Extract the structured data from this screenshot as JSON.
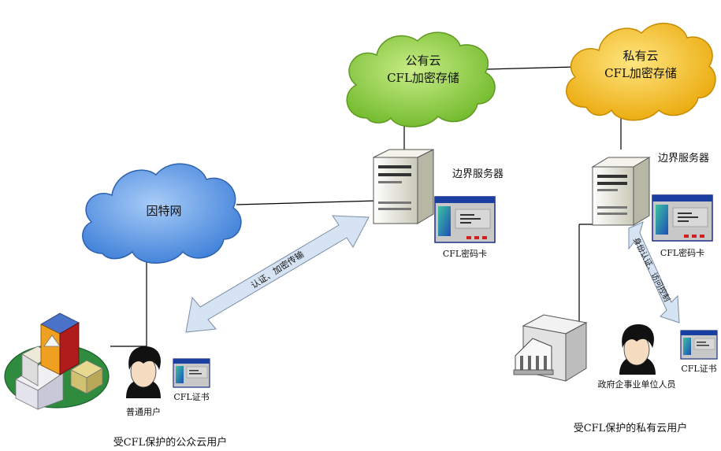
{
  "public_cloud": {
    "line1": "公有云",
    "line2": "CFL加密存储"
  },
  "private_cloud": {
    "line1": "私有云",
    "line2": "CFL加密存储"
  },
  "internet": {
    "label": "因特网"
  },
  "boundary_server_left": {
    "label": "边界服务器",
    "card_label": "CFL密码卡"
  },
  "boundary_server_right": {
    "label": "边界服务器",
    "card_label": "CFL密码卡"
  },
  "public_user": {
    "cert_label": "CFL证书",
    "person_label": "普通用户",
    "caption": "受CFL保护的公众云用户"
  },
  "private_user": {
    "cert_label": "CFL证书",
    "person_label": "政府企事业单位人员",
    "caption": "受CFL保护的私有云用户"
  },
  "arrow_left": {
    "label": "认证、加密传输"
  },
  "arrow_right": {
    "label": "身份认证、访问控制"
  },
  "colors": {
    "public_cloud": "#8ccf3a",
    "private_cloud": "#f2bd14",
    "internet": "#4f8fe0",
    "arrow": "#d6e3f3"
  }
}
